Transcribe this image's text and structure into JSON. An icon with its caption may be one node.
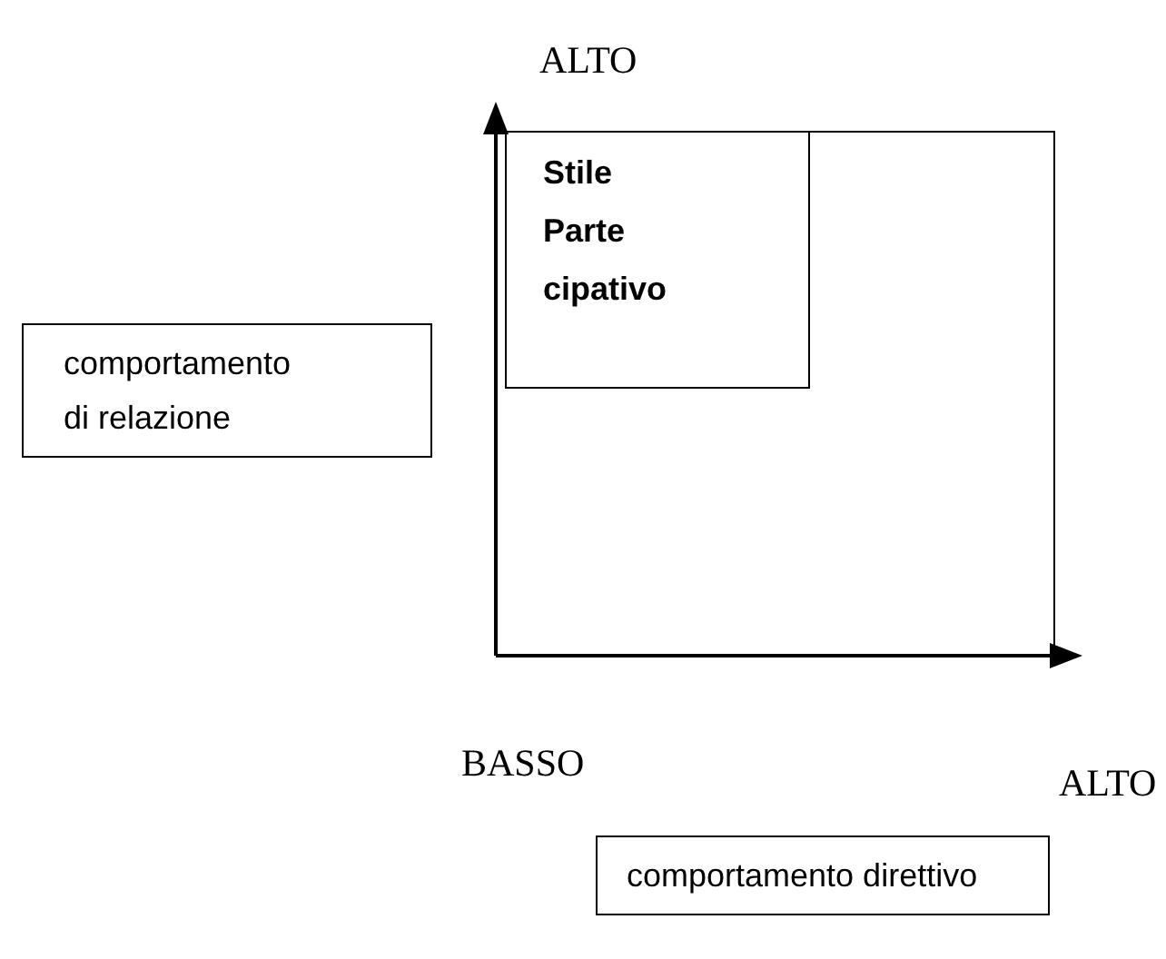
{
  "diagram": {
    "nodes": [
      {
        "text": [],
        "shape": "box"
      },
      {
        "text": [
          "Stile Parte cipativo"
        ],
        "in": 0
      },
      {
        "text": [
          "comportamento di relazione"
        ]
      },
      {
        "text": [
          "comportamento direttivo"
        ]
      }
    ],
    "labels": [
      "ALTO",
      "BASSO",
      "ALTO"
    ]
  }
}
